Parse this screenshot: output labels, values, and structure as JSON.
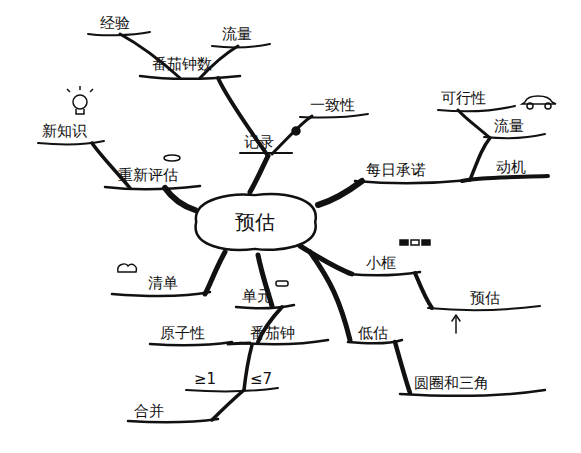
{
  "diagram": {
    "nodes": [
      {
        "text": [
          "预估"
        ]
      }
    ],
    "labels": [
      "经验",
      "流量",
      "番茄钟数",
      "一致性",
      "可行性",
      "流量",
      "新知识",
      "记录",
      "动机",
      "重新评估",
      "每日承诺",
      "小框",
      "清单",
      "预估",
      "单元",
      "原子性",
      "番茄钟",
      "低估",
      "圆圈和三角",
      "≥1",
      "≤7",
      "合并"
    ]
  }
}
